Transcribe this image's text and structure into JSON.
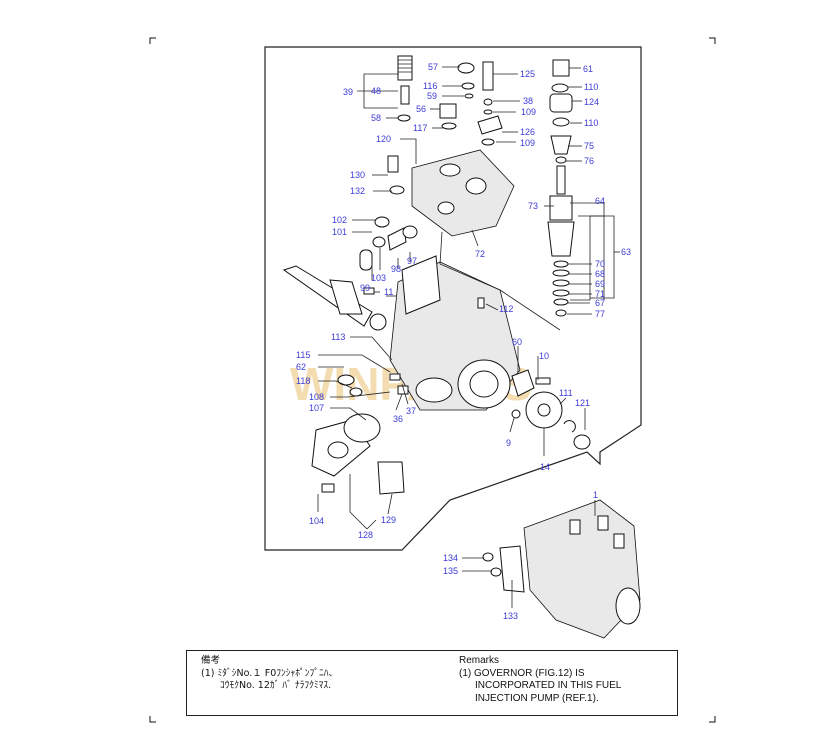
{
  "diagram": {
    "watermark": "WINPARTS",
    "callouts": [
      "57",
      "125",
      "61",
      "39",
      "48",
      "116",
      "110",
      "59",
      "38",
      "124",
      "58",
      "56",
      "109",
      "117",
      "110",
      "126",
      "120",
      "109",
      "75",
      "76",
      "130",
      "132",
      "73",
      "64",
      "102",
      "101",
      "98",
      "97",
      "72",
      "103",
      "99",
      "11",
      "70",
      "63",
      "68",
      "69",
      "71",
      "67",
      "77",
      "112",
      "113",
      "60",
      "10",
      "115",
      "62",
      "118",
      "108",
      "107",
      "36",
      "37",
      "111",
      "121",
      "9",
      "14",
      "104",
      "128",
      "129",
      "1",
      "134",
      "135",
      "133"
    ]
  },
  "remarks": {
    "jp": {
      "heading": "備考",
      "line1": "(1) ﾐﾀﾞｼNo.１ F0ﾌﾝｼｬﾎﾟﾝﾌﾟﾆﾊ、",
      "line2": "ｺｳﾓｸNo. 12ｶﾞ ﾊﾞ ﾅﾗﾌｸﾐﾏｽ."
    },
    "en": {
      "heading": "Remarks",
      "line1": "(1) GOVERNOR (FIG.12) IS",
      "line2": "INCORPORATED IN THIS FUEL",
      "line3": "INJECTION PUMP (REF.1)."
    }
  },
  "colors": {
    "callout": "#3b3bd6",
    "line": "#111111",
    "watermark": "#e8c070"
  }
}
